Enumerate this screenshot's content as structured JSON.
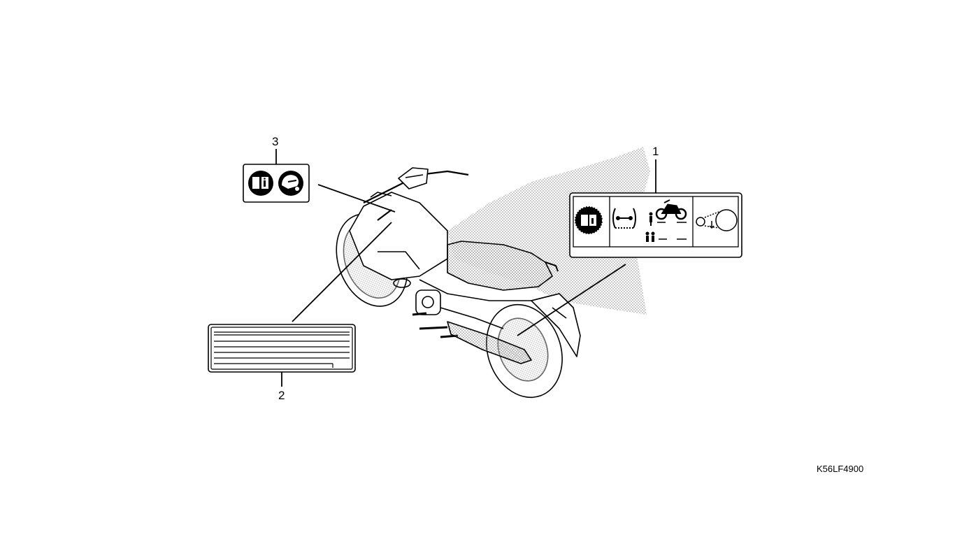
{
  "diagram": {
    "callouts": [
      {
        "id": "callout-1",
        "label": "1"
      },
      {
        "id": "callout-2",
        "label": "2"
      },
      {
        "id": "callout-3",
        "label": "3"
      }
    ],
    "code": "K56LF4900",
    "colors": {
      "line": "#000000",
      "dot": "#b0b0b0",
      "background": "#ffffff"
    },
    "icons": [
      "owner-manual-icon",
      "helmet-icon",
      "tire-pressure-icon",
      "motorcycle-icon",
      "rider-icon",
      "passenger-icon",
      "tire-size-icon"
    ]
  }
}
